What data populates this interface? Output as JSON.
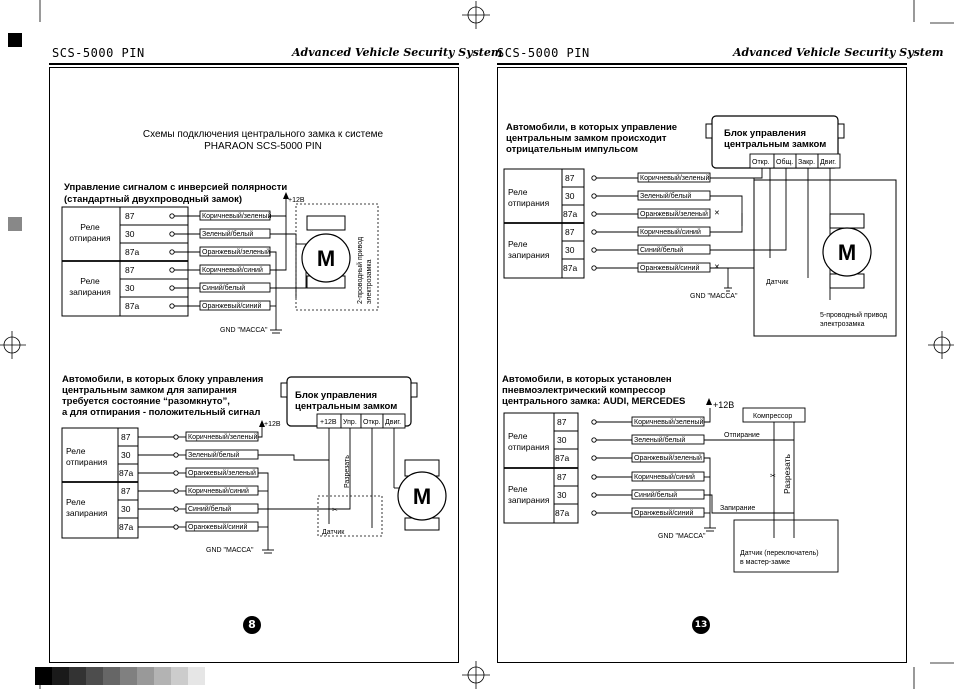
{
  "header": {
    "model": "SCS-5000 PIN",
    "brand": "Advanced Vehicle Security System"
  },
  "left": {
    "title1": "Схемы подключения центрального замка к системе",
    "title2": "PHARAON SCS-5000 PIN",
    "d1": {
      "heading1": "Управление сигналом с инверсией полярности",
      "heading2": "(стандартный двухпроводный замок)",
      "plus": "+12В",
      "relay_unlock_1": "Реле",
      "relay_unlock_2": "отпирания",
      "relay_lock_1": "Реле",
      "relay_lock_2": "запирания",
      "pin87": "87",
      "pin30": "30",
      "pin87a": "87a",
      "w1": "Коричневый/зеленый",
      "w2": "Зеленый/белый",
      "w3": "Оранжевый/зеленый",
      "w4": "Коричневый/синий",
      "w5": "Синий/белый",
      "w6": "Оранжевый/синий",
      "gnd": "GND \"МАССА\"",
      "motor": "M",
      "actuator1": "2-проводный привод",
      "actuator2": "электрозамка"
    },
    "d2": {
      "h1": "Автомобили, в которых блоку управления",
      "h2": "центральным замком для запирания",
      "h3": "требуется состояние “разомкнуто”,",
      "h4": "а для отпирания - положительный сигнал",
      "unit1": "Блок управления",
      "unit2": "центральным замком",
      "c1": "+12В",
      "c2": "Упр.",
      "c3": "Откр.",
      "c4": "Двиг.",
      "plus": "+12В",
      "relay_unlock_1": "Реле",
      "relay_unlock_2": "отпирания",
      "relay_lock_1": "Реле",
      "relay_lock_2": "запирания",
      "pin87": "87",
      "pin30": "30",
      "pin87a": "87a",
      "w1": "Коричневый/зеленый",
      "w2": "Зеленый/белый",
      "w3": "Оранжевый/зеленый",
      "w4": "Коричневый/синий",
      "w5": "Синий/белый",
      "w6": "Оранжевый/синий",
      "cut": "Разрезать",
      "gnd": "GND \"МАССА\"",
      "sensor": "Датчик",
      "motor": "M"
    },
    "page_number": "8"
  },
  "right": {
    "d3": {
      "h1": "Автомобили, в которых управление",
      "h2": "центральным замком происходит",
      "h3": "отрицательным импульсом",
      "unit1": "Блок управления",
      "unit2": "центральным замком",
      "c1": "Откр.",
      "c2": "Общ.",
      "c3": "Закр.",
      "c4": "Двиг.",
      "relay_unlock_1": "Реле",
      "relay_unlock_2": "отпирания",
      "relay_lock_1": "Реле",
      "relay_lock_2": "запирания",
      "pin87": "87",
      "pin30": "30",
      "pin87a": "87a",
      "w1": "Коричневый/зеленый",
      "w2": "Зеленый/белый",
      "w3": "Оранжевый/зеленый",
      "w4": "Коричневый/синий",
      "w5": "Синий/белый",
      "w6": "Оранжевый/синий",
      "gnd": "GND \"МАССА\"",
      "sensor": "Датчик",
      "motor": "M",
      "actuator1": "5-проводный привод",
      "actuator2": "электрозамка"
    },
    "d4": {
      "h1": "Автомобили, в которых установлен",
      "h2": "пневмоэлектрический компрессор",
      "h3": "центрального замка: AUDI, MERCEDES",
      "plus": "+12В",
      "compressor": "Компрессор",
      "unlock": "Отпирание",
      "lock": "Запирание",
      "cut": "Разрезать",
      "relay_unlock_1": "Реле",
      "relay_unlock_2": "отпирания",
      "relay_lock_1": "Реле",
      "relay_lock_2": "запирания",
      "pin87": "87",
      "pin30": "30",
      "pin87a": "87a",
      "w1": "Коричневый/зеленый",
      "w2": "Зеленый/белый",
      "w3": "Оранжевый/зеленый",
      "w4": "Коричневый/синий",
      "w5": "Синий/белый",
      "w6": "Оранжевый/синий",
      "gnd": "GND \"МАССА\"",
      "sensor1": "Датчик (переключатель)",
      "sensor2": "в мастер-замке"
    },
    "page_number": "13"
  },
  "swatches": [
    "#000000",
    "#1a1a1a",
    "#333333",
    "#4d4d4d",
    "#666666",
    "#808080",
    "#999999",
    "#b3b3b3",
    "#cccccc",
    "#e6e6e6"
  ]
}
